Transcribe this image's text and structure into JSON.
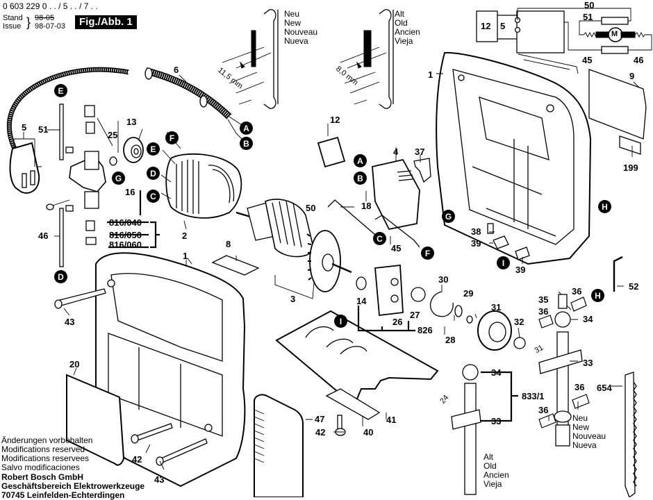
{
  "header": {
    "part_number": "0 603 229 0 . . / 5 . . / 7 . .",
    "stand_label": "Stand",
    "issue_label": "Issue",
    "old_date": "98-05",
    "issue_date": "98-07-03",
    "figure_label": "Fig./Abb. 1"
  },
  "legend_new": [
    "Neu",
    "New",
    "Nouveau",
    "Nueva"
  ],
  "legend_old": [
    "Alt",
    "Old",
    "Ancien",
    "Vieja"
  ],
  "dimensions": {
    "new_gap": "11,5 mm",
    "old_gap": "8,0 mm",
    "rod_new": "31",
    "rod_old": "24"
  },
  "footer": {
    "notes": [
      "Änderungen vorbehalten",
      "Modifications reserved",
      "Modifications reservees",
      "Salvo modificaciones"
    ],
    "company": [
      "Robert Bosch GmbH",
      "Geschäftsbereich Elektrowerkzeuge",
      "70745 Leinfelden-Echterdingen"
    ]
  },
  "wiring_diagram": {
    "switch_label": "12",
    "terminal_label": "5",
    "motor_symbol": "M",
    "wires": [
      "50",
      "51",
      "45",
      "46"
    ]
  },
  "parts": {
    "p1a": "1",
    "p1b": "1",
    "p2": "2",
    "p3": "3",
    "p4": "4",
    "p5": "5",
    "p6": "6",
    "p8": "8",
    "p9": "9",
    "p12": "12",
    "p13": "13",
    "p14": "14",
    "p16": "16",
    "p18": "18",
    "p20": "20",
    "p25": "25",
    "p26": "26",
    "p27": "27",
    "p28": "28",
    "p29": "29",
    "p30": "30",
    "p31": "31",
    "p32": "32",
    "p33a": "33",
    "p33b": "33",
    "p34a": "34",
    "p34b": "34",
    "p35": "35",
    "p36a": "36",
    "p36b": "36",
    "p36c": "36",
    "p36d": "36",
    "p37": "37",
    "p38": "38",
    "p39a": "39",
    "p39b": "39",
    "p40": "40",
    "p41": "41",
    "p42a": "42",
    "p42b": "42",
    "p43a": "43",
    "p43b": "43",
    "p45": "45",
    "p46": "46",
    "p47": "47",
    "p50": "50",
    "p51": "51",
    "p52": "52",
    "p199": "199",
    "p654": "654",
    "p816_040": "816/040",
    "p816_050": "816/050",
    "p816_060": "816/060",
    "p826": "826",
    "p833": "833/1"
  },
  "refs": {
    "A": "A",
    "B": "B",
    "C": "C",
    "D": "D",
    "E": "E",
    "F": "F",
    "G": "G",
    "H": "H",
    "I": "I"
  }
}
